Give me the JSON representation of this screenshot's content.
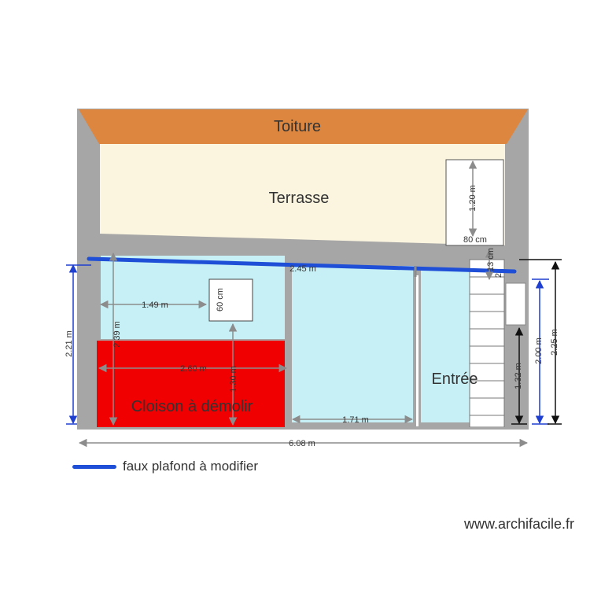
{
  "rooms": {
    "toiture": "Toiture",
    "terrasse": "Terrasse",
    "cloison": "Cloison à démolir",
    "entree": "Entrée"
  },
  "dimensions": {
    "terrasse_height": "1.20 m",
    "terrasse_width": "80 cm",
    "ceiling_span": "2.45 m",
    "window_height": "60 cm",
    "room_width": "1.49 m",
    "room_height": "2.39 m",
    "cloison_width": "2.60 m",
    "cloison_height": "1.30 m",
    "corridor_width": "1.71 m",
    "stair_top": "13 cm",
    "stair_top2": "2",
    "total_width": "6.08 m",
    "left_height": "2.21 m",
    "right_height_1": "1.32 m",
    "right_height_2": "2.00 m",
    "right_height_3": "2.25 m"
  },
  "legend": {
    "label": "faux plafond à modifier",
    "color": "#1f4fd6"
  },
  "footer": {
    "site": "www.archifacile.fr"
  },
  "colors": {
    "roof": "#dc8640",
    "terrasse": "#fbf5e0",
    "room": "#c6f0f6",
    "cloison": "#f00000",
    "wall": "#a6a6a6",
    "ceiling": "#1f4fd6"
  }
}
